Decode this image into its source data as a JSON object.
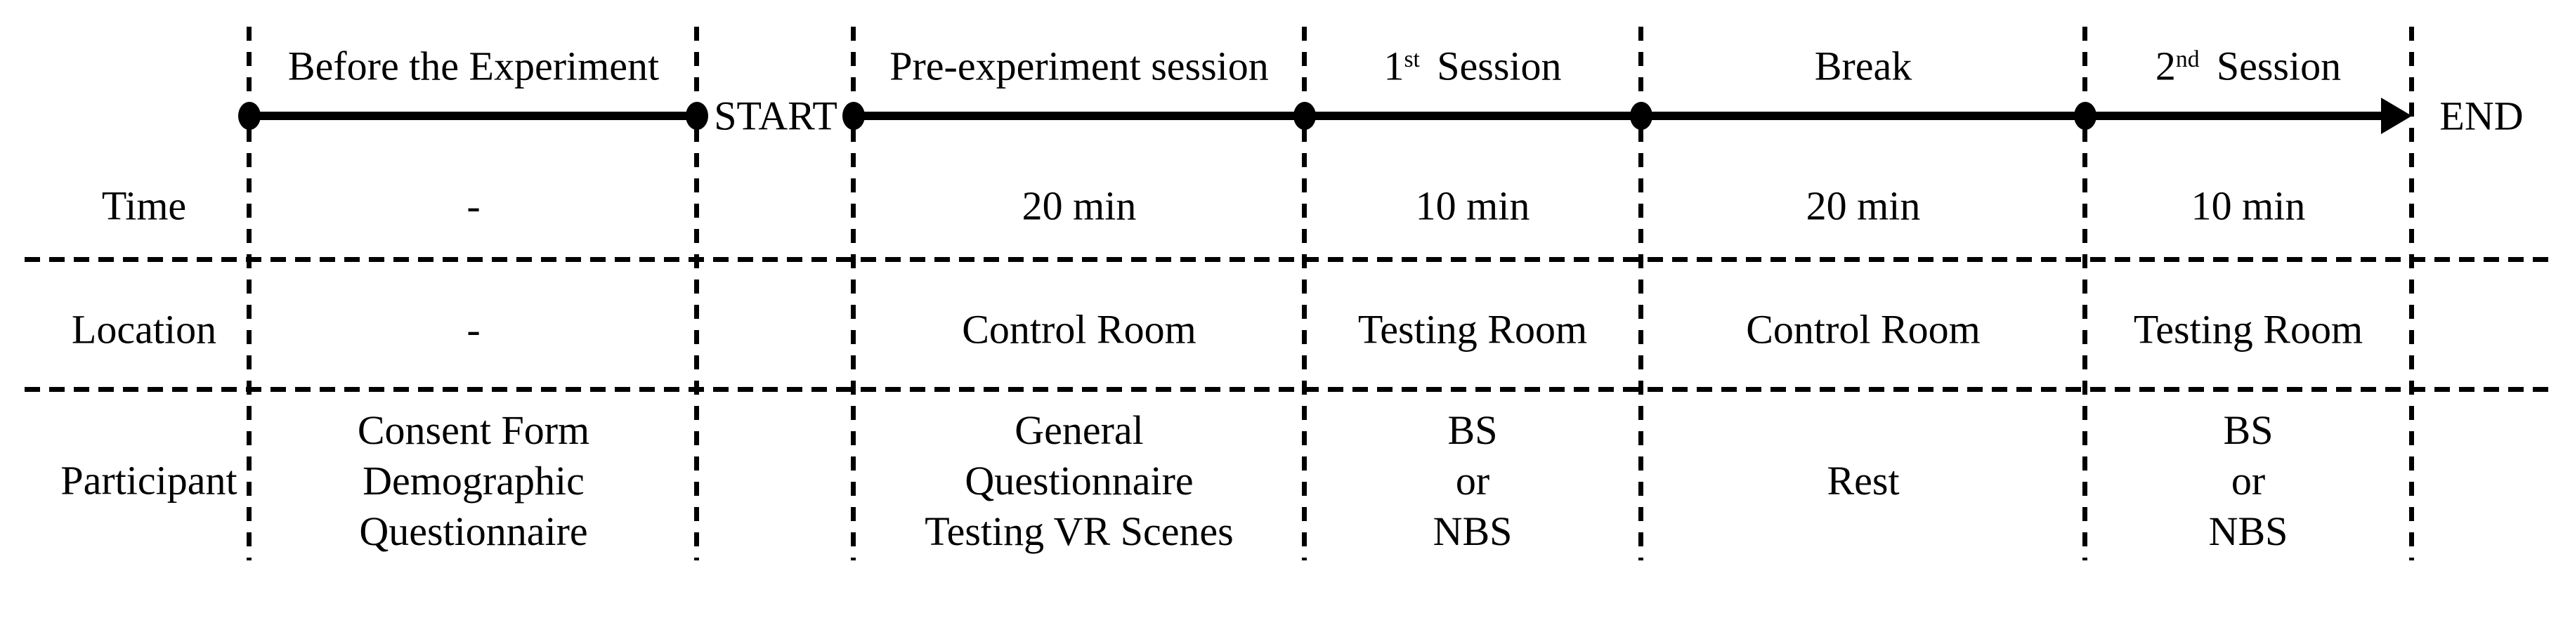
{
  "timeline": {
    "markers": {
      "start": "START",
      "end": "END"
    },
    "row_labels": {
      "time": "Time",
      "location": "Location",
      "participant": "Participant"
    },
    "phases": [
      {
        "key": "before-experiment",
        "label": {
          "base": "Before the Experiment",
          "sup": "",
          "rest": ""
        },
        "time": "-",
        "location": "-",
        "participant": [
          "Consent Form",
          "Demographic",
          "Questionnaire"
        ]
      },
      {
        "key": "pre-experiment-session",
        "label": {
          "base": "Pre-experiment session",
          "sup": "",
          "rest": ""
        },
        "time": "20 min",
        "location": "Control Room",
        "participant": [
          "General",
          "Questionnaire",
          "Testing VR Scenes"
        ]
      },
      {
        "key": "first-session",
        "label": {
          "base": "1",
          "sup": "st",
          "rest": "Session"
        },
        "time": "10 min",
        "location": "Testing Room",
        "participant": [
          "BS",
          "or",
          "NBS"
        ]
      },
      {
        "key": "break",
        "label": {
          "base": "Break",
          "sup": "",
          "rest": ""
        },
        "time": "20 min",
        "location": "Control Room",
        "participant": [
          "Rest"
        ]
      },
      {
        "key": "second-session",
        "label": {
          "base": "2",
          "sup": "nd",
          "rest": "Session"
        },
        "time": "10 min",
        "location": "Testing Room",
        "participant": [
          "BS",
          "or",
          "NBS"
        ]
      }
    ],
    "colors": {
      "ink": "#000000",
      "background": "#ffffff"
    }
  }
}
